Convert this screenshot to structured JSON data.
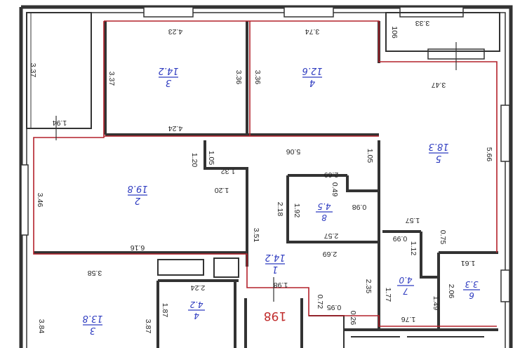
{
  "colors": {
    "wall": "#333333",
    "boundary": "#b3202a",
    "room_label": "#2f3cc0",
    "area_text": "#c02a2a",
    "text": "#222222"
  },
  "rooms": [
    {
      "number": "3",
      "area": "14.2"
    },
    {
      "number": "4",
      "area": "12.6"
    },
    {
      "number": "5",
      "area": "18.3"
    },
    {
      "number": "2",
      "area": "19.8"
    },
    {
      "number": "8",
      "area": "4.5"
    },
    {
      "number": "1",
      "area": "14.2"
    },
    {
      "number": "7",
      "area": "4.0"
    },
    {
      "number": "6",
      "area": "3.3"
    },
    {
      "number": "4",
      "area": "4.2"
    },
    {
      "number": "3",
      "area": "13.8"
    }
  ],
  "total_area": "198",
  "dimensions": [
    "4.23",
    "3.74",
    "3.33",
    "106",
    "3.37",
    "3.36",
    "3.36",
    "3.37",
    "4.24",
    "1.94",
    "3.47",
    "5.06",
    "5.66",
    "1.20",
    "1.05",
    "1.32",
    "1.05",
    "2.69",
    "1.20",
    "0.49",
    "0.98",
    "3.46",
    "2.18",
    "1.92",
    "2.57",
    "3.51",
    "6.16",
    "1.57",
    "0.99",
    "0.75",
    "1.12",
    "2.69",
    "3.58",
    "1.61",
    "2.35",
    "1.98",
    "2.24",
    "1.77",
    "2.06",
    "1.49",
    "1.87",
    "0.72",
    "0.95",
    "0.26",
    "1.76",
    "3.84",
    "3.87"
  ]
}
